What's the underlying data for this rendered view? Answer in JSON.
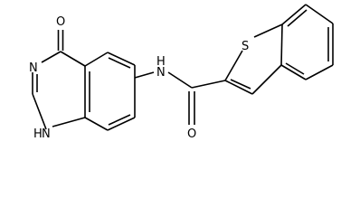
{
  "molecule": {
    "atoms": {
      "oxygen_ketone": "O",
      "nitrogen_ring_3": "N",
      "nitrogen_ring_1": "N",
      "nh_ring_1": "H",
      "nitrogen_amide": "N",
      "hydrogen_amide": "H",
      "oxygen_amide": "O",
      "sulfur": "S"
    },
    "colors": {
      "bond": "#000000",
      "label": "#000000",
      "background": "#ffffff"
    }
  }
}
